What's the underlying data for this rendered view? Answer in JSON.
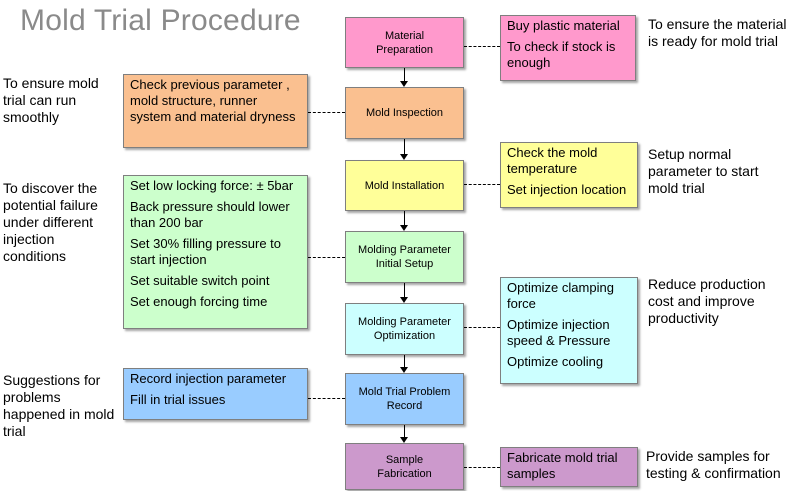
{
  "title": "Mold Trial Procedure",
  "colors": {
    "pink": "#ff99cc",
    "orange": "#fac090",
    "yellow": "#ffff99",
    "green": "#ccffcc",
    "cyan": "#ccffff",
    "blue": "#99ccff",
    "purple": "#cc99cc"
  },
  "steps": [
    {
      "label": "Material\nPreparation"
    },
    {
      "label": "Mold Inspection"
    },
    {
      "label": "Mold Installation"
    },
    {
      "label": "Molding Parameter\nInitial Setup"
    },
    {
      "label": "Molding Parameter\nOptimization"
    },
    {
      "label": "Mold Trial Problem\nRecord"
    },
    {
      "label": "Sample\nFabrication"
    }
  ],
  "details": {
    "material": [
      "Buy plastic material",
      "To check if stock is enough"
    ],
    "inspection": [
      "Check previous parameter , mold structure, runner system and material dryness"
    ],
    "installation": [
      "Check the mold temperature",
      "Set injection location"
    ],
    "setup": [
      "Set low locking force: ± 5bar",
      "Back pressure should lower than 200 bar",
      "Set 30% filling pressure to start injection",
      "Set suitable switch point",
      "Set enough forcing time"
    ],
    "optimization": [
      "Optimize clamping force",
      "Optimize injection speed & Pressure",
      "Optimize cooling"
    ],
    "record": [
      "Record injection parameter",
      "Fill in trial issues"
    ],
    "fabrication": [
      "Fabricate mold trial samples"
    ]
  },
  "notes": {
    "material": "To ensure the material is ready for mold trial",
    "inspection": "To ensure mold trial can run smoothly",
    "installation": "Setup normal parameter to start mold trial",
    "setup": "To discover the potential failure under different injection conditions",
    "optimization": "Reduce production cost and improve productivity",
    "record": "Suggestions for problems happened in mold trial",
    "fabrication": "Provide samples for testing & confirmation"
  }
}
